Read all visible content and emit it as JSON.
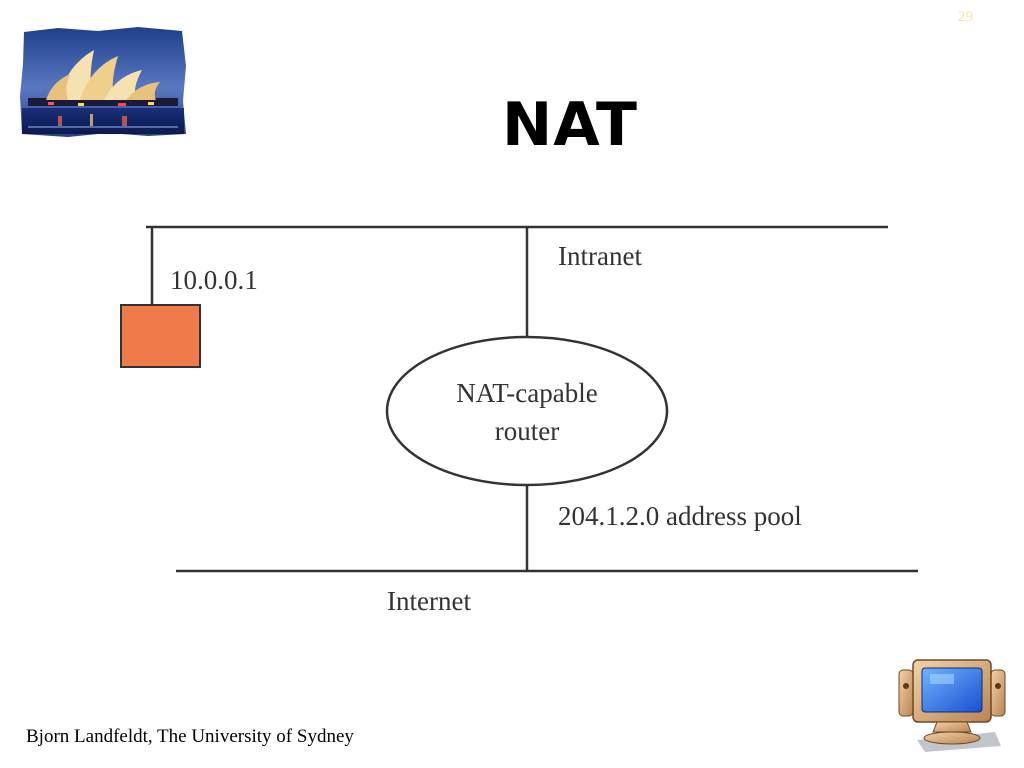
{
  "slide": {
    "number": "29",
    "title": "NAT",
    "footer": "Bjorn Landfeldt, The University of Sydney"
  },
  "diagram": {
    "host_address": "10.0.0.1",
    "intranet_label": "Intranet",
    "router_label_line1": "NAT-capable",
    "router_label_line2": "router",
    "pool_label": "204.1.2.0 address pool",
    "internet_label": "Internet",
    "host_color": "#f07a4a"
  },
  "decorations": {
    "logo_icon": "sydney-opera-house-icon",
    "computer_icon": "desktop-computer-icon"
  }
}
